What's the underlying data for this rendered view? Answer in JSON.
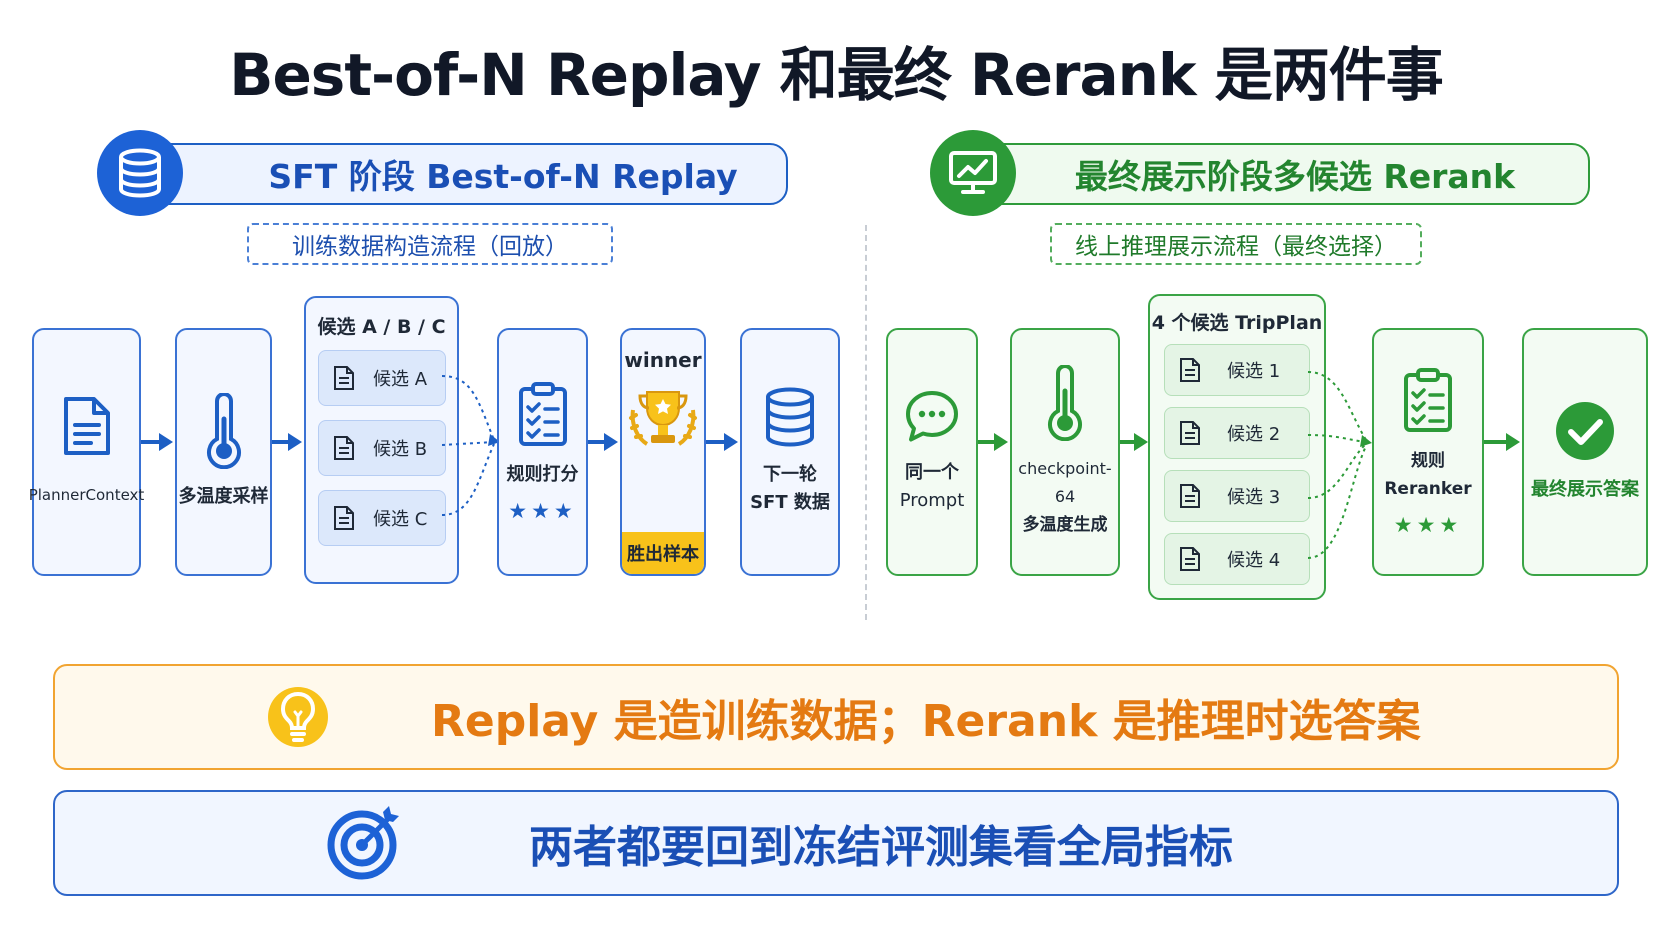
{
  "title": "Best-of-N Replay 和最终 Rerank 是两件事",
  "colors": {
    "blue": "#1d5fc4",
    "green": "#2c9a38",
    "orange": "#e47a12",
    "gold": "#f8c21a"
  },
  "left": {
    "header": "SFT 阶段 Best-of-N Replay",
    "header_icon": "database-icon",
    "subtitle": "训练数据构造流程（回放）",
    "nodes": {
      "context": "PlannerContext",
      "sampling": "多温度采样",
      "candidates_title": "候选 A / B / C",
      "candidates": [
        "候选 A",
        "候选 B",
        "候选 C"
      ],
      "scoring": "规则打分",
      "scoring_stars": "★★★",
      "winner_label": "winner",
      "winner_badge": "胜出样本",
      "next_line1": "下一轮",
      "next_line2": "SFT 数据"
    }
  },
  "right": {
    "header": "最终展示阶段多候选 Rerank",
    "header_icon": "monitor-chart-icon",
    "subtitle": "线上推理展示流程（最终选择）",
    "nodes": {
      "prompt_line1": "同一个",
      "prompt_line2": "Prompt",
      "gen_line1": "checkpoint-64",
      "gen_line2": "多温度生成",
      "candidates_title": "4 个候选 TripPlan",
      "candidates": [
        "候选 1",
        "候选 2",
        "候选 3",
        "候选 4"
      ],
      "reranker": "规则 Reranker",
      "reranker_stars": "★★★",
      "final": "最终展示答案"
    }
  },
  "banners": {
    "insight": "Replay 是造训练数据；Rerank 是推理时选答案",
    "insight_icon": "lightbulb-icon",
    "goal": "两者都要回到冻结评测集看全局指标",
    "goal_icon": "target-icon"
  }
}
